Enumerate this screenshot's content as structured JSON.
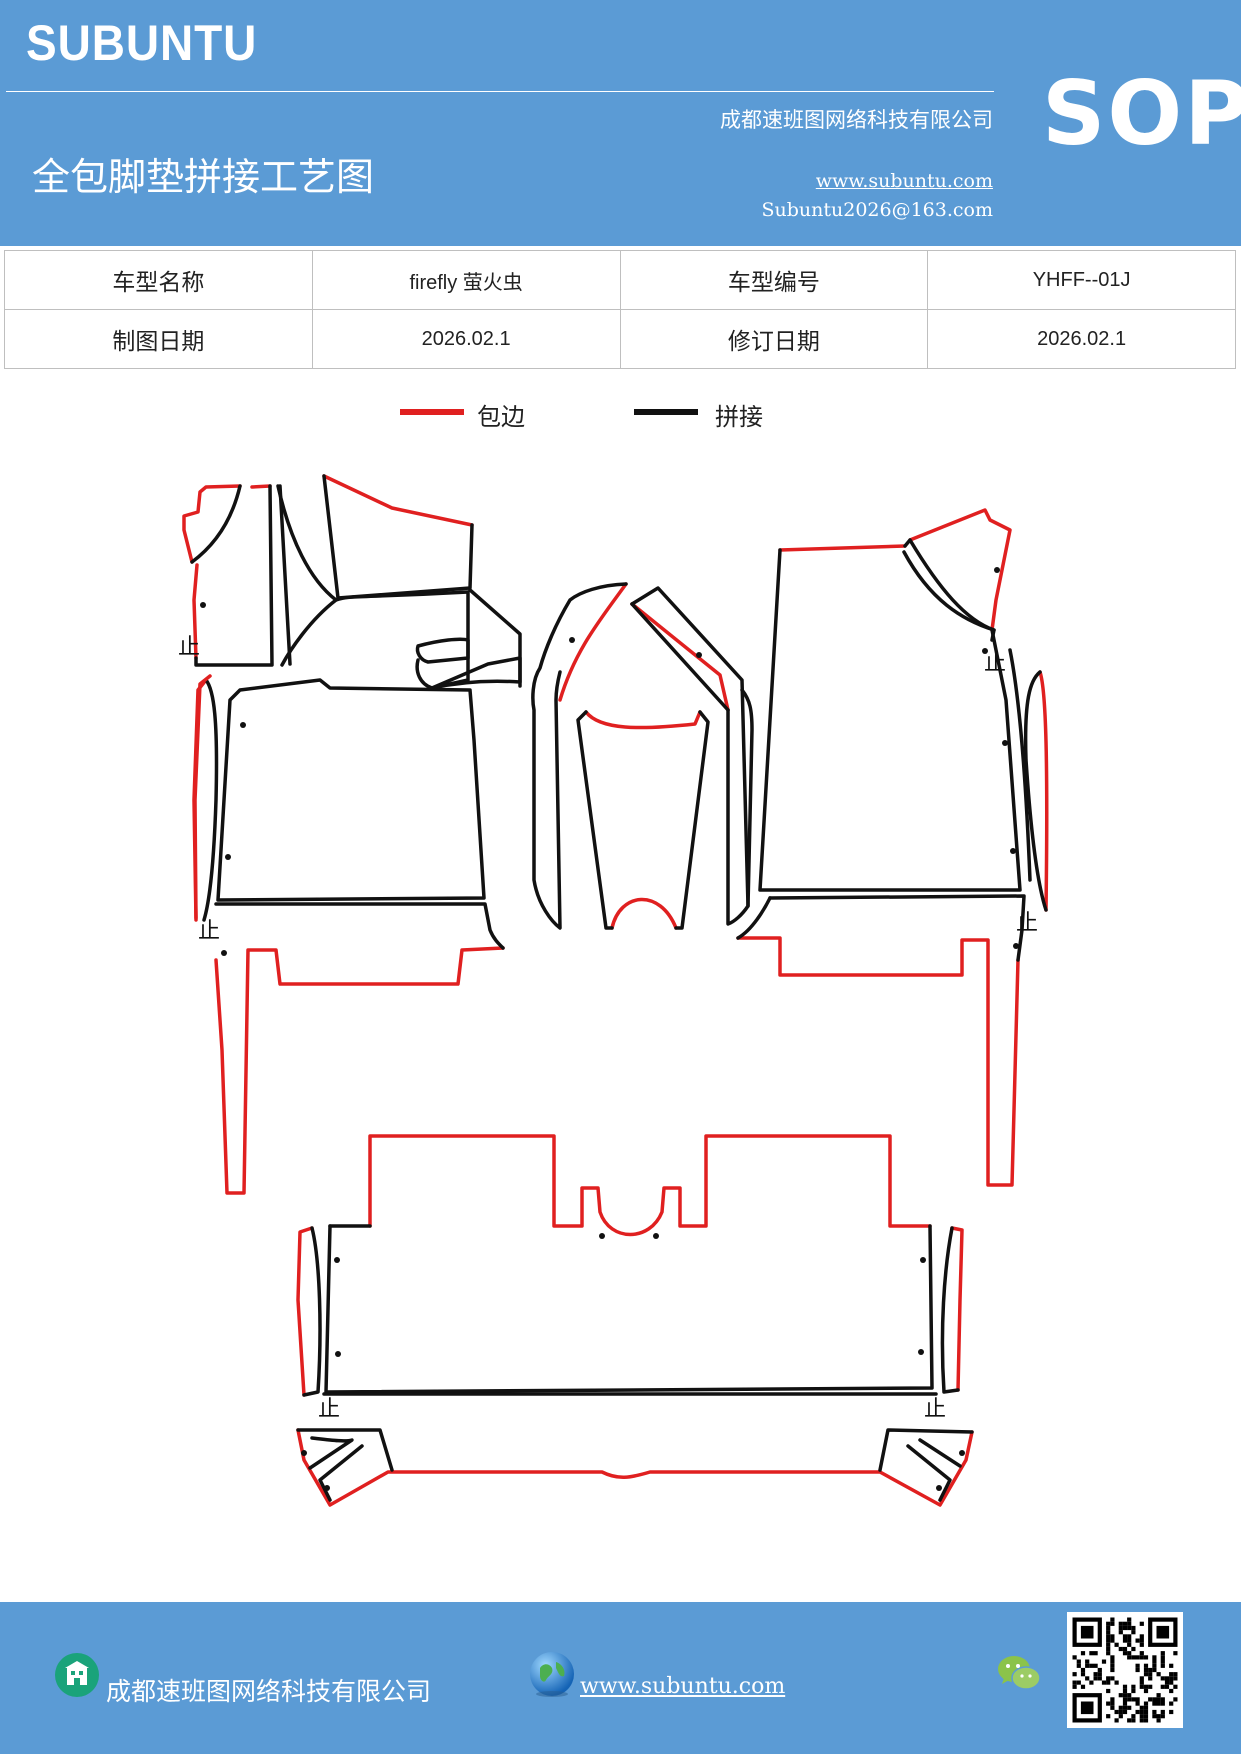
{
  "header": {
    "brand": "SUBUNTU",
    "company": "成都速班图网络科技有限公司",
    "title": "全包脚垫拼接工艺图",
    "website": "www.subuntu.com",
    "email": "Subuntu2026@163.com",
    "sop": "SOP"
  },
  "info_table": {
    "model_name_label": "车型名称",
    "model_name_value": "firefly 萤火虫",
    "model_no_label": "车型编号",
    "model_no_value": "YHFF--01J",
    "draw_date_label": "制图日期",
    "draw_date_value": "2026.02.1",
    "revise_date_label": "修订日期",
    "revise_date_value": "2026.02.1"
  },
  "legend": {
    "edge_label": "包边",
    "edge_color": "#e02020",
    "join_label": "拼接",
    "join_color": "#111111"
  },
  "drawing": {
    "stop_mark": "止"
  },
  "footer": {
    "company": "成都速班图网络科技有限公司",
    "website": "www.subuntu.com "
  },
  "icons": [
    "building-icon",
    "globe-icon",
    "wechat-icon",
    "qr-code"
  ]
}
